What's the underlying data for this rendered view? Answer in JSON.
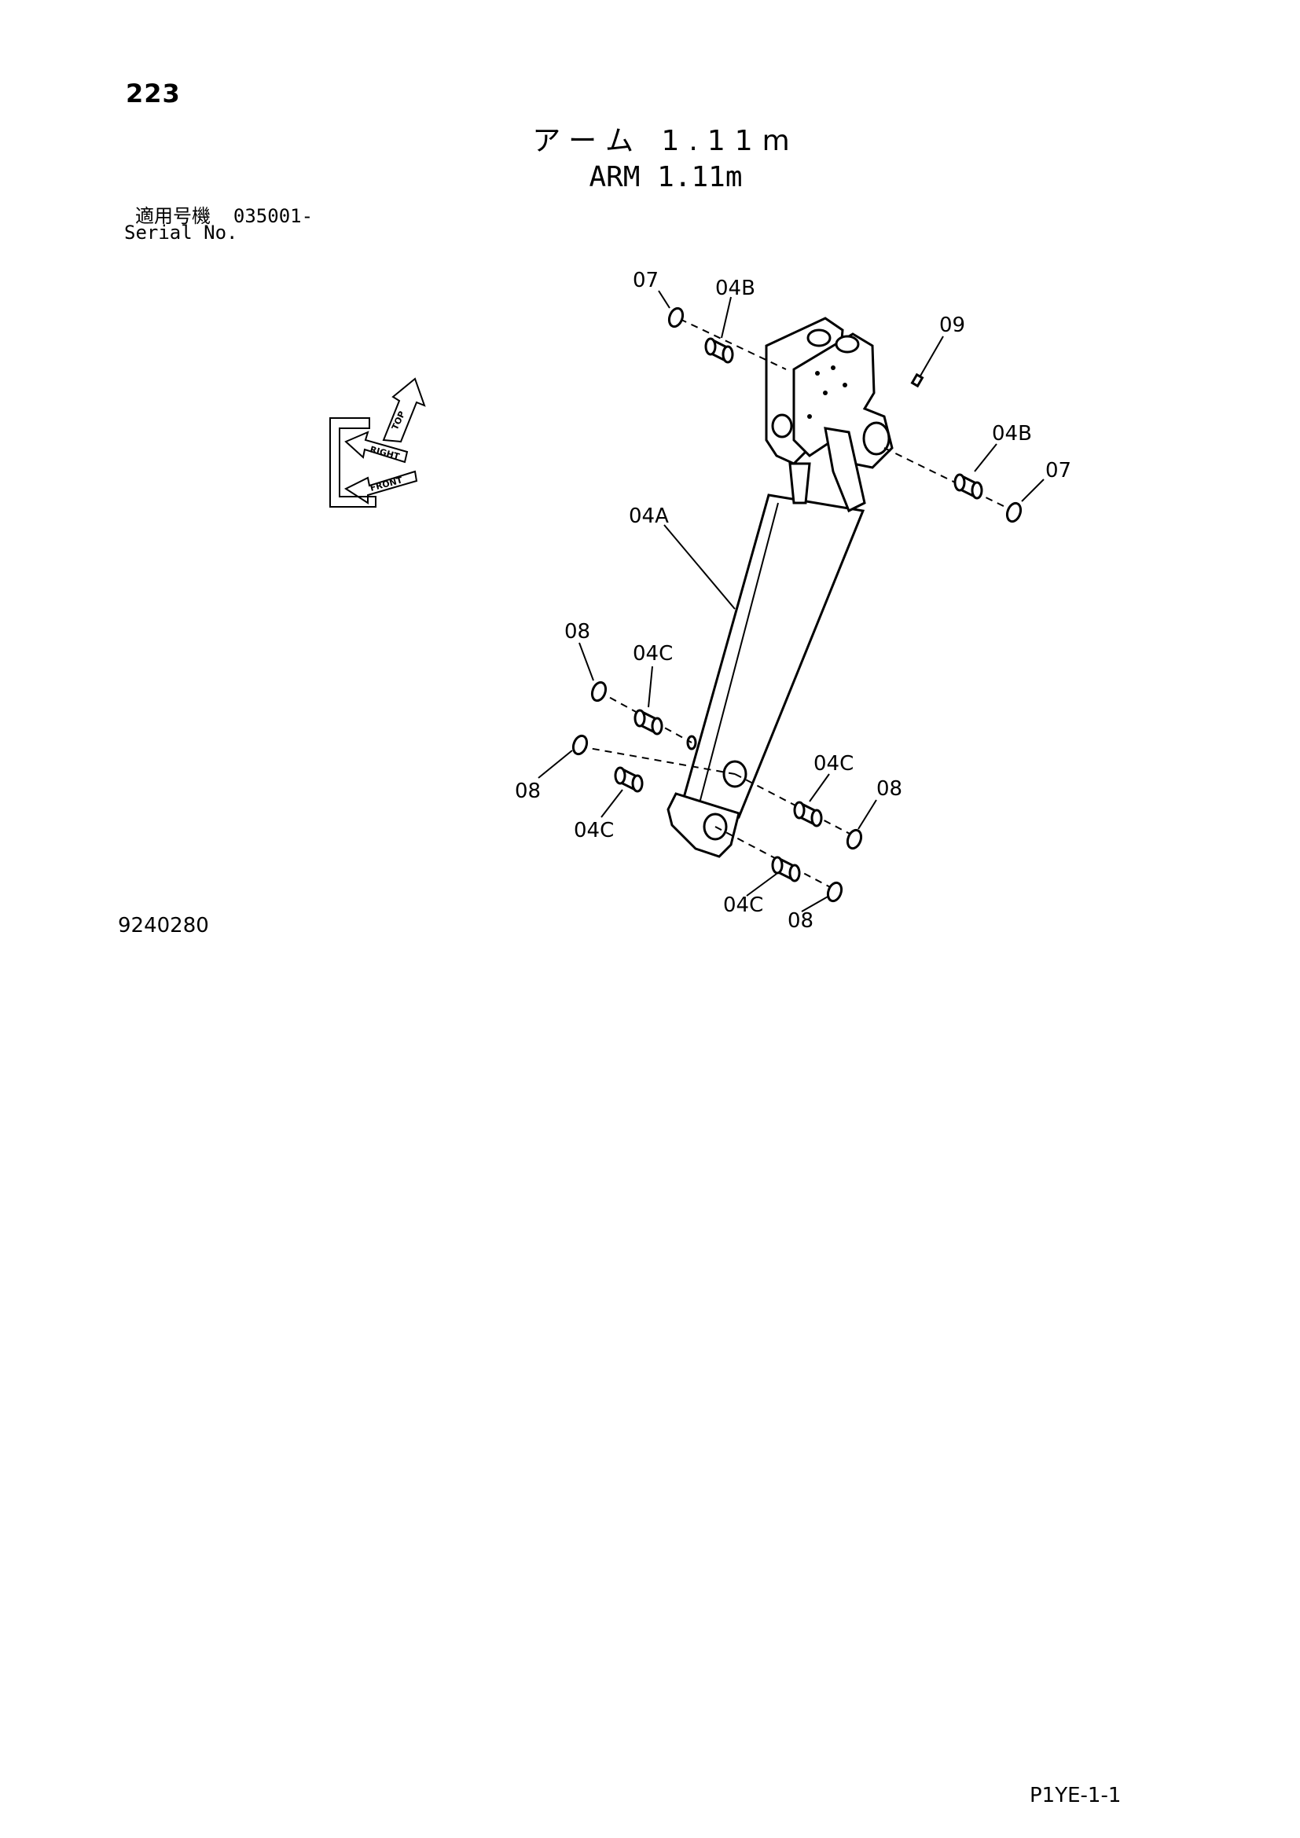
{
  "page_number": "223",
  "title_jp": "アーム 1.11m",
  "title_en": "ARM 1.11m",
  "serial_label_jp": "適用号機",
  "serial_value": "035001-",
  "serial_label_en": "Serial No.",
  "drawing_number": "9240280",
  "sheet_code": "P1YE-1-1",
  "orientation": {
    "top": "TOP",
    "right": "RIGHT",
    "front": "FRONT"
  },
  "callouts": {
    "c07_top": "07",
    "c04b_top": "04B",
    "c09": "09",
    "c04b_right": "04B",
    "c07_right": "07",
    "c04a": "04A",
    "c08_upper": "08",
    "c04c_upper": "04C",
    "c08_left": "08",
    "c04c_left": "04C",
    "c04c_mid": "04C",
    "c08_mid": "08",
    "c04c_bottom": "04C",
    "c08_bottom": "08"
  }
}
